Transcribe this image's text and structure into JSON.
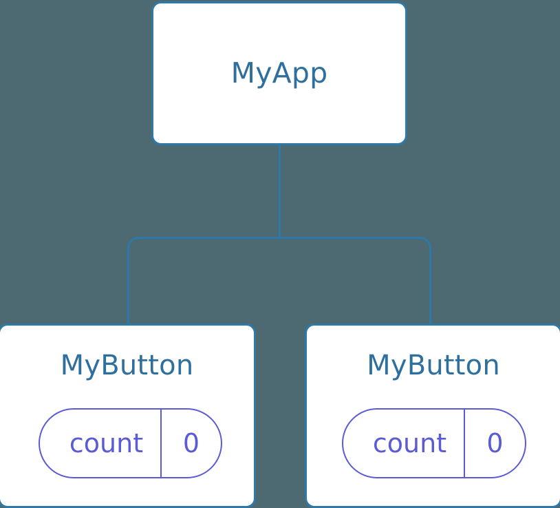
{
  "diagram": {
    "type": "component-tree",
    "background_color": "#4d6a73",
    "node_border_color": "#2e79a8",
    "node_fill_color": "#ffffff",
    "title_color": "#2e6f9e",
    "state_accent_color": "#5b5bd6",
    "connector_color": "#2e79a8"
  },
  "root": {
    "name": "MyApp"
  },
  "children": [
    {
      "name": "MyButton",
      "state": {
        "key": "count",
        "value": "0"
      }
    },
    {
      "name": "MyButton",
      "state": {
        "key": "count",
        "value": "0"
      }
    }
  ]
}
